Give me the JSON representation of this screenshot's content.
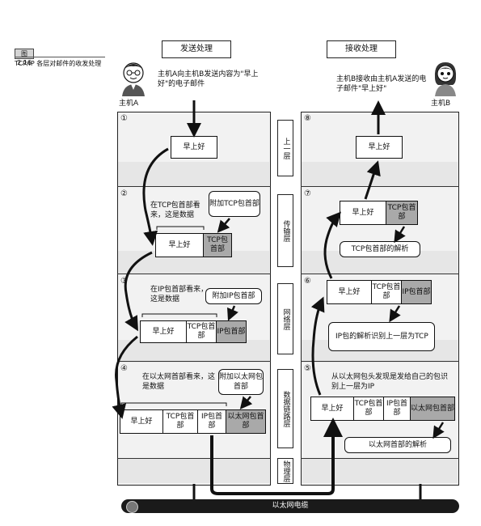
{
  "figure": {
    "tag": "图 2.16",
    "caption": "TCP/IP 各层对邮件的收发处理"
  },
  "headers": {
    "send": "发送处理",
    "receive": "接收处理"
  },
  "hosts": {
    "a_label": "主机A",
    "b_label": "主机B",
    "a_note": "主机A向主机B发送内容为\"早上好\"的电子邮件",
    "b_note": "主机B接收由主机A发送的电子邮件\"早上好\""
  },
  "layers": [
    "上一层",
    "传输层",
    "网络层",
    "数据链路层",
    "物理层"
  ],
  "steps": [
    "①",
    "②",
    "③",
    "④",
    "⑤",
    "⑥",
    "⑦",
    "⑧"
  ],
  "packet": {
    "data": "早上好",
    "tcp": "TCP包首部",
    "ip": "IP包首部",
    "eth": "以太网包首部"
  },
  "callouts": {
    "add_tcp": "附加TCP包首部",
    "add_ip": "附加IP包首部",
    "add_eth": "附加以太网包首部",
    "tcp_view": "在TCP包首部看来，这是数据",
    "ip_view": "在IP包首部看来，这是数据",
    "eth_view": "在以太网首部看来，这是数据",
    "tcp_parse": "TCP包首部的解析",
    "ip_parse": "IP包的解析识别上一层为TCP",
    "eth_detect": "从以太网包头发现是发给自己的包识别上一层为IP",
    "eth_parse": "以太网首部的解析"
  },
  "cable": "以太网电缆"
}
